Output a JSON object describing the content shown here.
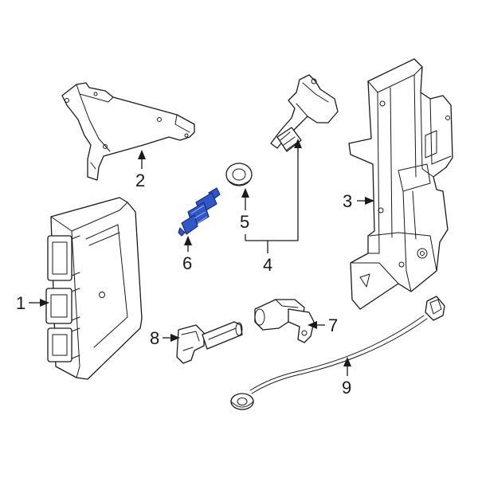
{
  "colors": {
    "line": "#1a1a1a",
    "highlight": "#2f57c8",
    "background": "#ffffff"
  },
  "callouts": {
    "c1": "1",
    "c2": "2",
    "c3": "3",
    "c4": "4",
    "c5": "5",
    "c6": "6",
    "c7": "7",
    "c8": "8",
    "c9": "9"
  },
  "highlighted_part": "6"
}
